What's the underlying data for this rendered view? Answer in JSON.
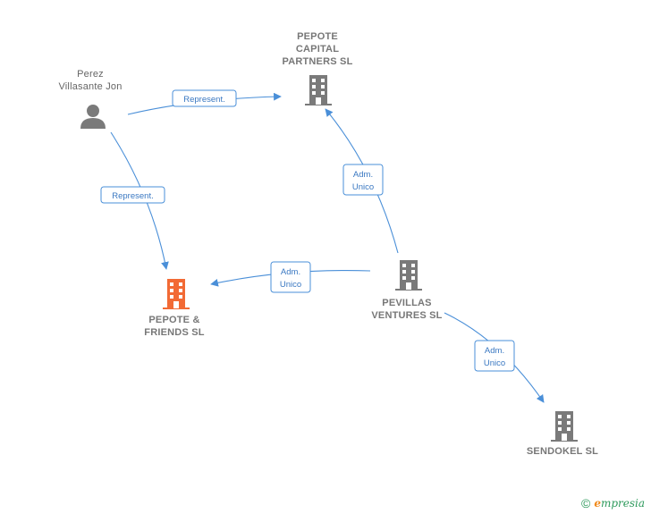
{
  "colors": {
    "edge": "#4a8fd8",
    "building": "#7a7a7a",
    "building_focus": "#f26a35",
    "person": "#7a7a7a"
  },
  "nodes": {
    "person": {
      "label": "Perez\nVillasante Jon",
      "icon": "person-icon"
    },
    "pepote_capital": {
      "label": "PEPOTE\nCAPITAL\nPARTNERS  SL",
      "icon": "building-icon"
    },
    "pepote_friends": {
      "label": "PEPOTE &\nFRIENDS  SL",
      "icon": "building-icon"
    },
    "pevillas": {
      "label": "PEVILLAS\nVENTURES  SL",
      "icon": "building-icon"
    },
    "sendokel": {
      "label": "SENDOKEL  SL",
      "icon": "building-icon"
    }
  },
  "edges": [
    {
      "from": "person",
      "to": "pepote_capital",
      "label": [
        "Represent."
      ]
    },
    {
      "from": "person",
      "to": "pepote_friends",
      "label": [
        "Represent."
      ]
    },
    {
      "from": "pevillas",
      "to": "pepote_capital",
      "label": [
        "Adm.",
        "Unico"
      ]
    },
    {
      "from": "pevillas",
      "to": "pepote_friends",
      "label": [
        "Adm.",
        "Unico"
      ]
    },
    {
      "from": "pevillas",
      "to": "sendokel",
      "label": [
        "Adm.",
        "Unico"
      ]
    }
  ],
  "footer": {
    "copyright_symbol": "©",
    "brand_first": "e",
    "brand_rest": "mpresia"
  }
}
